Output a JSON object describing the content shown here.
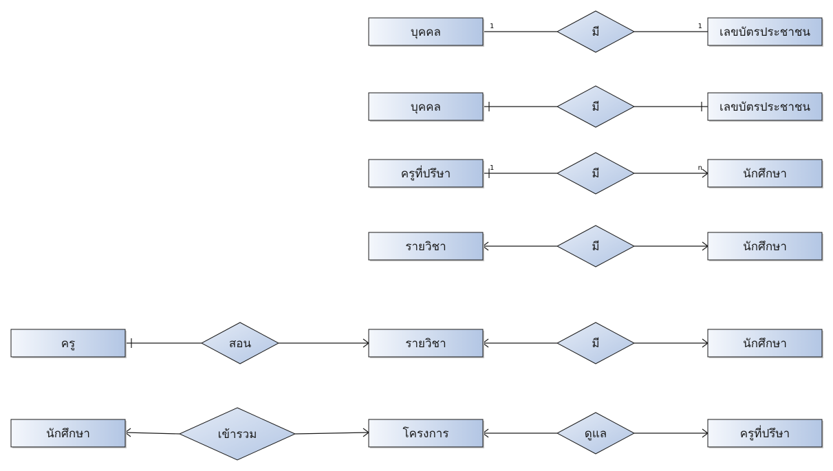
{
  "diagram": {
    "rows": [
      {
        "left": "บุคคล",
        "relation": "มี",
        "right": "เลขบัตรประชาชน",
        "left_end": "none",
        "right_end": "none",
        "left_card": "1",
        "right_card": "1"
      },
      {
        "left": "บุคคล",
        "relation": "มี",
        "right": "เลขบัตรประชาชน",
        "left_end": "one",
        "right_end": "one",
        "left_card": "",
        "right_card": ""
      },
      {
        "left": "ครูที่ปรึษา",
        "relation": "มี",
        "right": "นักศึกษา",
        "left_end": "one",
        "right_end": "many",
        "left_card": "1",
        "right_card": "n"
      },
      {
        "left": "รายวิชา",
        "relation": "มี",
        "right": "นักศึกษา",
        "left_end": "many",
        "right_end": "many",
        "left_card": "",
        "right_card": ""
      }
    ],
    "chain1": {
      "entities": [
        "ครู",
        "รายวิชา",
        "นักศึกษา"
      ],
      "relations": [
        "สอน",
        "มี"
      ]
    },
    "chain2": {
      "entities": [
        "นักศึกษา",
        "โครงการ",
        "ครูที่ปรึษา"
      ],
      "relations": [
        "เข้ารวม",
        "ดูแล"
      ]
    }
  },
  "colors": {
    "entity_fill_start": "#f4f7fc",
    "entity_fill_end": "#b3c6e4",
    "relation_fill_start": "#e4ebf6",
    "relation_fill_end": "#b3c6e4",
    "stroke": "#1a1a1a"
  }
}
